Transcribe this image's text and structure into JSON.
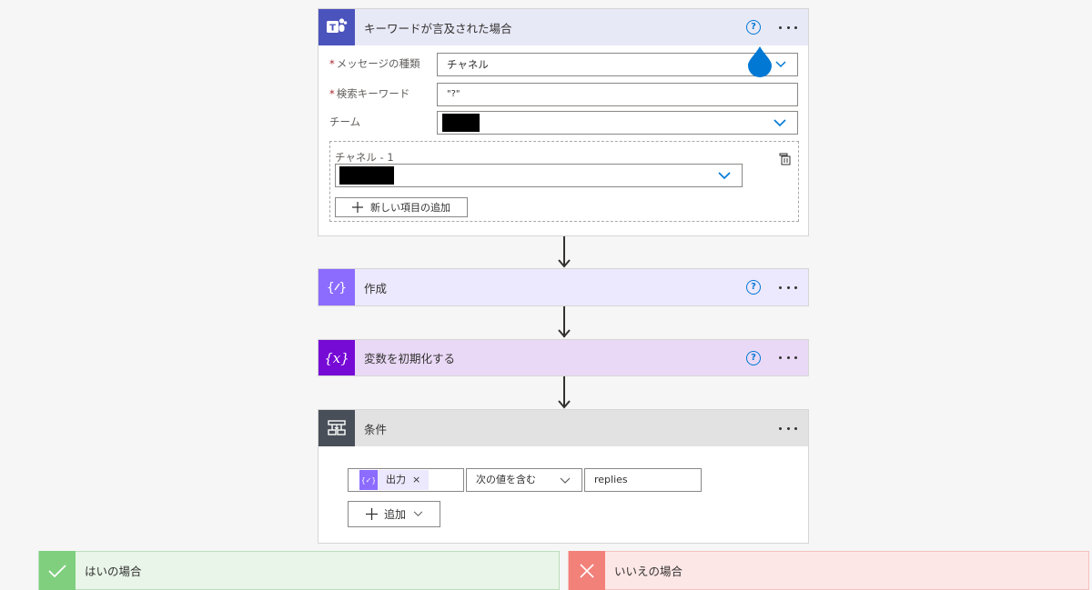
{
  "trigger": {
    "title": "キーワードが言及された場合",
    "help": "?",
    "fields": {
      "message_type_label": "メッセージの種類",
      "message_type_value": "チャネル",
      "keyword_label": "検索キーワード",
      "keyword_value": "\"?\"",
      "team_label": "チーム",
      "channel_label": "チャネル - 1",
      "add_item_label": "新しい項目の追加",
      "required_mark": "*"
    }
  },
  "compose": {
    "title": "作成",
    "help": "?"
  },
  "init_variable": {
    "title": "変数を初期化する",
    "help": "?"
  },
  "condition": {
    "title": "条件",
    "left_token": "出力",
    "token_remove": "×",
    "operator": "次の値を含む",
    "right_value": "replies",
    "add_label": "追加"
  },
  "branches": {
    "yes": "はいの場合",
    "no": "いいえの場合"
  },
  "colors": {
    "teams": "#4b53bc",
    "compose": "#8c6cff",
    "variable": "#770bd6",
    "condition": "#484f58",
    "yes": "#7fcf7f",
    "no": "#f2817a",
    "accent": "#0078d4"
  }
}
